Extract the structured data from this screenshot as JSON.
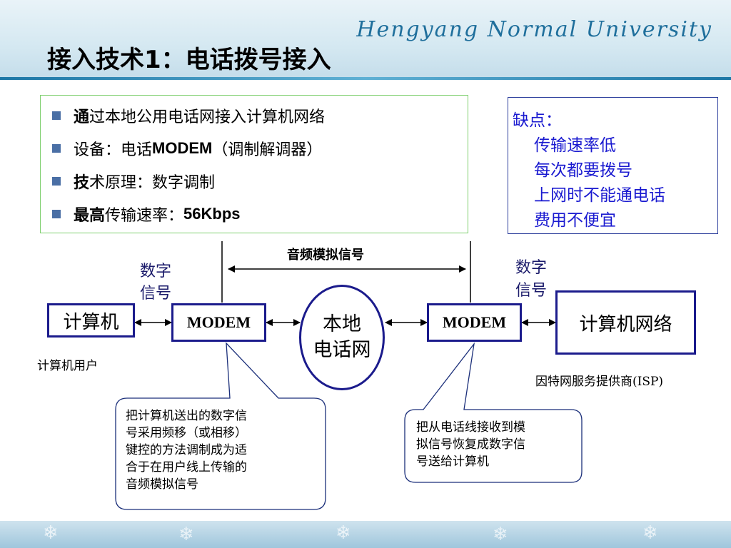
{
  "header": {
    "university": "Hengyang Normal University",
    "title": "接入技术1：电话拨号接入"
  },
  "bullets": [
    {
      "lead": "通",
      "rest": "过本地公用电话网接入计算机网络"
    },
    {
      "lead": "",
      "rest": "设备：电话",
      "strong": "MODEM",
      "tail": "（调制解调器）"
    },
    {
      "lead": "技",
      "rest": "术原理：数字调制"
    },
    {
      "lead": "最高",
      "rest": "传输速率：",
      "strong": " 56Kbps",
      "tail": ""
    }
  ],
  "disadvantages": {
    "heading": "缺点：",
    "items": [
      "传输速率低",
      "每次都要拨号",
      "上网时不能通电话",
      "费用不便宜"
    ]
  },
  "diagram": {
    "audio_signal_label": "音频模拟信号",
    "left_digital_line1": "数字",
    "left_digital_line2": "信号",
    "right_digital_line1": "数字",
    "right_digital_line2": "信号",
    "computer": "计算机",
    "modem_left": "MODEM",
    "phone_net_line1": "本地",
    "phone_net_line2": "电话网",
    "modem_right": "MODEM",
    "network": "计算机网络",
    "user_label": "计算机用户",
    "isp_label": "因特网服务提供商(ISP)"
  },
  "callouts": {
    "left": [
      "把计算机送出的数字信",
      "号采用频移（或相移）",
      "键控的方法调制成为适",
      "合于在用户线上传输的",
      "音频模拟信号"
    ],
    "right": [
      "把从电话线接收到模",
      "拟信号恢复成数字信",
      "号送给计算机"
    ]
  },
  "colors": {
    "accent_blue": "#1b1b8c",
    "disadv_text": "#1a1ad0",
    "bullet_square": "#4a6fa5",
    "green_border": "#7fcf6f"
  }
}
